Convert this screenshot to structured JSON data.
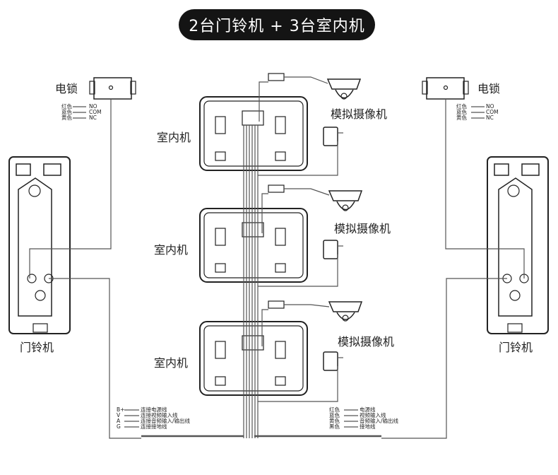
{
  "title": "2台门铃机 + 3台室内机",
  "labels": {
    "lock": "电锁",
    "doorbell": "门铃机",
    "indoor": "室内机",
    "camera": "模拟摄像机"
  },
  "lock_wires": [
    {
      "color": "红色",
      "signal": "NO"
    },
    {
      "color": "蓝色",
      "signal": "COM"
    },
    {
      "color": "黄色",
      "signal": "NC"
    }
  ],
  "left_legend": [
    {
      "key": "B+",
      "desc": "连接电源线"
    },
    {
      "key": "V",
      "desc": "连接视频输入线"
    },
    {
      "key": "A",
      "desc": "连接音频输入/输出线"
    },
    {
      "key": "G",
      "desc": "连接接地线"
    }
  ],
  "right_legend": [
    {
      "key": "红色",
      "desc": "电源线"
    },
    {
      "key": "蓝色",
      "desc": "视频输入线"
    },
    {
      "key": "黄色",
      "desc": "音频输入/输出线"
    },
    {
      "key": "黑色",
      "desc": "接地线"
    }
  ]
}
